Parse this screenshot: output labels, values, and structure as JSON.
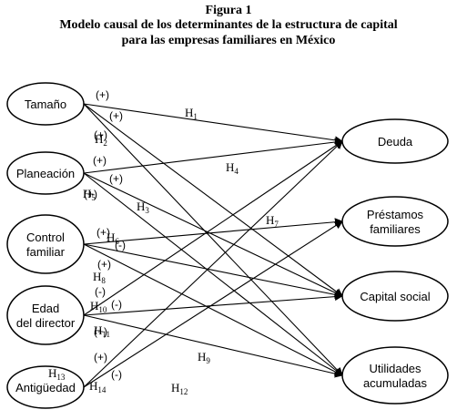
{
  "figure": {
    "label": "Figura 1",
    "title_line1": "Modelo causal de los determinantes de la estructura de capital",
    "title_line2": "para las empresas familiares en México"
  },
  "nodes": {
    "left": [
      {
        "id": "tamano",
        "lines": [
          "Tamaño"
        ]
      },
      {
        "id": "planeacion",
        "lines": [
          "Planeación"
        ]
      },
      {
        "id": "control",
        "lines": [
          "Control",
          "familiar"
        ]
      },
      {
        "id": "edad",
        "lines": [
          "Edad",
          "del director"
        ]
      },
      {
        "id": "antiguedad",
        "lines": [
          "Antigüedad"
        ]
      }
    ],
    "right": [
      {
        "id": "deuda",
        "lines": [
          "Deuda"
        ]
      },
      {
        "id": "prestamos",
        "lines": [
          "Préstamos",
          "familiares"
        ]
      },
      {
        "id": "capital",
        "lines": [
          "Capital social"
        ]
      },
      {
        "id": "utilidades",
        "lines": [
          "Utilidades",
          "acumuladas"
        ]
      }
    ]
  },
  "paths": [
    {
      "from": "tamano",
      "to": "deuda"
    },
    {
      "from": "tamano",
      "to": "capital"
    },
    {
      "from": "tamano",
      "to": "utilidades"
    },
    {
      "from": "planeacion",
      "to": "deuda"
    },
    {
      "from": "planeacion",
      "to": "capital"
    },
    {
      "from": "planeacion",
      "to": "utilidades"
    },
    {
      "from": "control",
      "to": "prestamos"
    },
    {
      "from": "control",
      "to": "capital"
    },
    {
      "from": "control",
      "to": "utilidades"
    },
    {
      "from": "edad",
      "to": "deuda"
    },
    {
      "from": "edad",
      "to": "capital"
    },
    {
      "from": "edad",
      "to": "utilidades"
    },
    {
      "from": "antiguedad",
      "to": "deuda"
    },
    {
      "from": "antiguedad",
      "to": "prestamos"
    }
  ],
  "signs": [
    "(+)",
    "(+)",
    "(+)",
    "(+)",
    "(+)",
    "(+)",
    "(+)",
    "(-)",
    "(+)",
    "(-)",
    "(-)",
    "(+)",
    "(+)",
    "(-)"
  ],
  "hypotheses": [
    {
      "base": "H",
      "sub": "1"
    },
    {
      "base": "H",
      "sub": "2"
    },
    {
      "base": "H",
      "sub": "3"
    },
    {
      "base": "H",
      "sub": "4"
    },
    {
      "base": "H",
      "sub": "5"
    },
    {
      "base": "H",
      "sub": "6"
    },
    {
      "base": "H",
      "sub": "7"
    },
    {
      "base": "H",
      "sub": "8"
    },
    {
      "base": "H",
      "sub": "9"
    },
    {
      "base": "H",
      "sub": "10"
    },
    {
      "base": "H",
      "sub": "11"
    },
    {
      "base": "H",
      "sub": "12"
    },
    {
      "base": "H",
      "sub": "13"
    },
    {
      "base": "H",
      "sub": "14"
    }
  ]
}
